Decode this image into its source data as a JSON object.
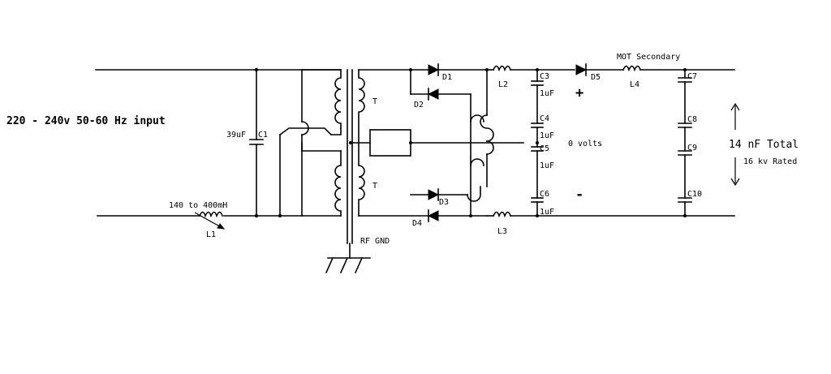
{
  "labels": {
    "input": "220 - 240v 50-60 Hz input",
    "c1_value": "39uF",
    "c1": "C1",
    "l1_value": "140 to 400mH",
    "l1": "L1",
    "t_upper": "T",
    "t_lower": "T",
    "rf_gnd": "RF GND",
    "d1": "D1",
    "d2": "D2",
    "d3": "D3",
    "d4": "D4",
    "d5": "D5",
    "l2": "L2",
    "l3": "L3",
    "l4": "L4",
    "c3": "C3",
    "c4": "C4",
    "c5": "C5",
    "c6": "C6",
    "c3_value": "1uF",
    "c4_value": "1uF",
    "c5_value": "1uF",
    "c6_value": "1uF",
    "plus": "+",
    "minus": "-",
    "zero_volts": "0 volts",
    "mot_secondary": "MOT Secondary",
    "c7": "C7",
    "c8": "C8",
    "c9": "C9",
    "c10": "C10",
    "total": "14 nF Total",
    "rated": "16 kv Rated"
  }
}
